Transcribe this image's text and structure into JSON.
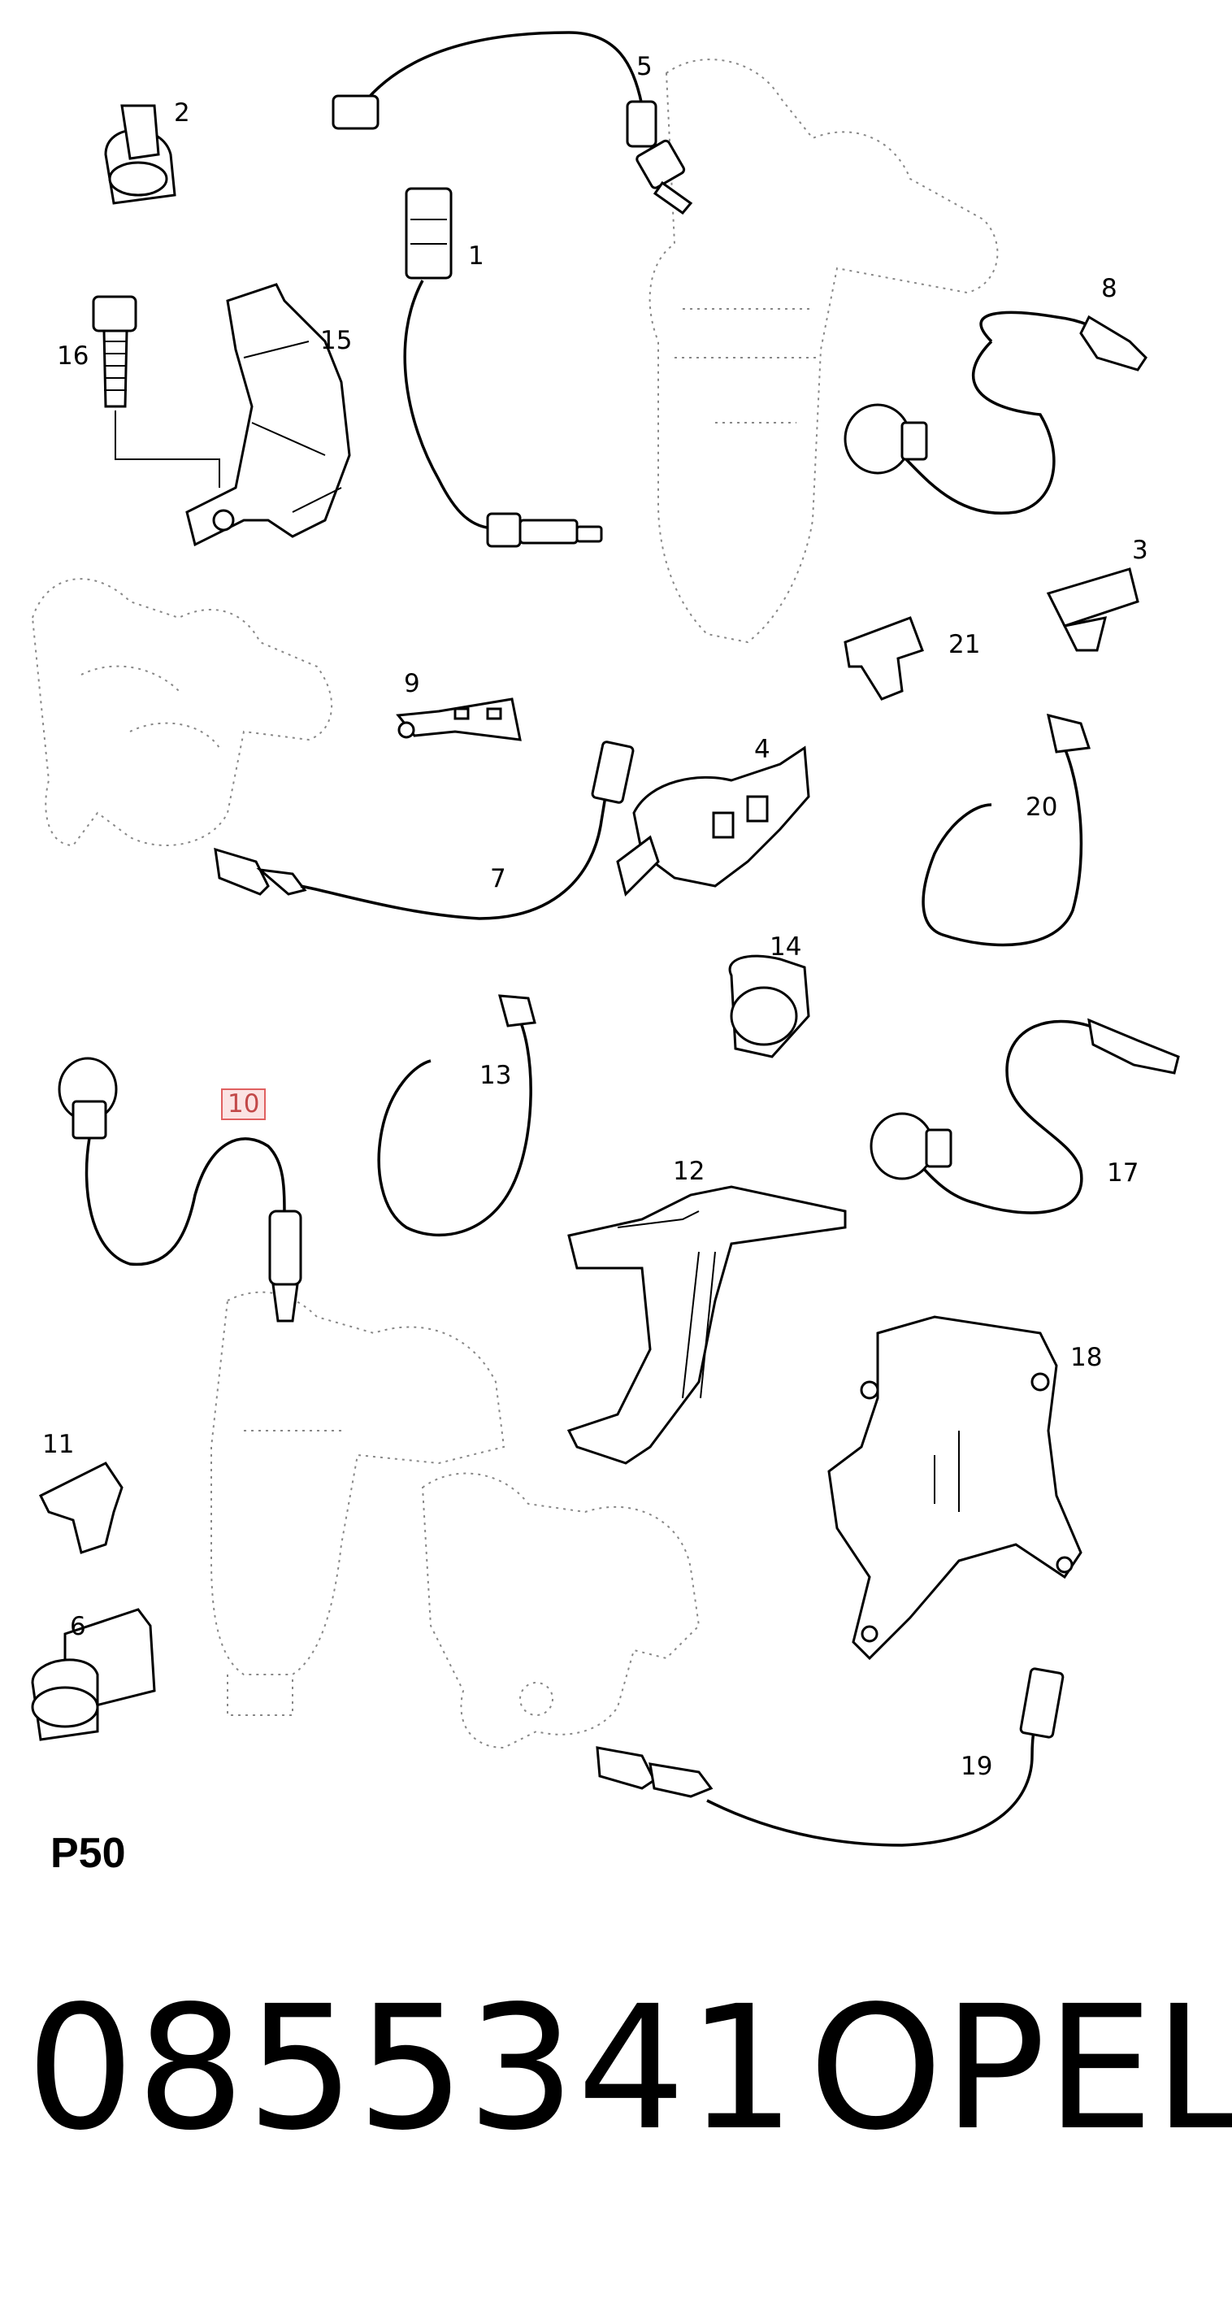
{
  "diagram": {
    "section_code": "P50",
    "part_number": "0855341",
    "brand": "OPEL",
    "highlighted_callout": "10",
    "callouts": [
      "1",
      "2",
      "3",
      "4",
      "5",
      "6",
      "7",
      "8",
      "9",
      "10",
      "11",
      "12",
      "13",
      "14",
      "15",
      "16",
      "17",
      "18",
      "19",
      "20",
      "21"
    ]
  }
}
